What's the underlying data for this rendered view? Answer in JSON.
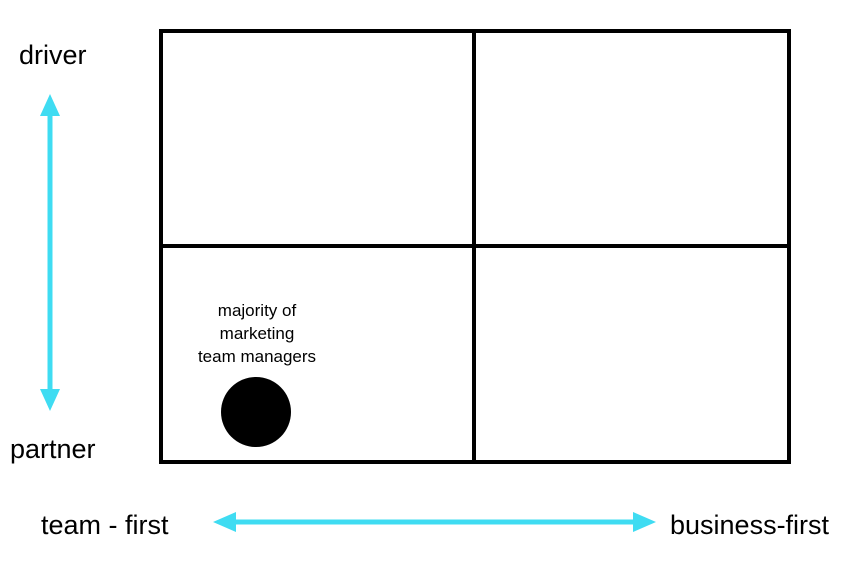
{
  "axes": {
    "vertical": {
      "top_label": "driver",
      "bottom_label": "partner"
    },
    "horizontal": {
      "left_label": "team - first",
      "right_label": "business-first"
    },
    "arrow_color": "#3fdcf2"
  },
  "quadrants": {
    "bottom_left": {
      "note_lines": [
        "majority of",
        "marketing",
        "team managers"
      ],
      "marker_color": "#000000"
    }
  }
}
